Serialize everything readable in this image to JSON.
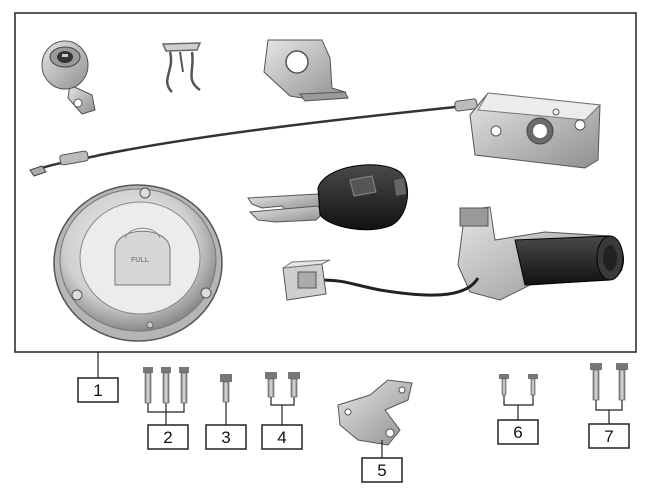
{
  "callouts": [
    {
      "id": "1",
      "label": "1"
    },
    {
      "id": "2",
      "label": "2"
    },
    {
      "id": "3",
      "label": "3"
    },
    {
      "id": "4",
      "label": "4"
    },
    {
      "id": "5",
      "label": "5"
    },
    {
      "id": "6",
      "label": "6"
    },
    {
      "id": "7",
      "label": "7"
    }
  ],
  "parts": {
    "fuel_cap_text": "FULL"
  },
  "colors": {
    "frame": "#222222",
    "metal_light": "#d9d9d9",
    "metal_mid": "#a8a8a8",
    "metal_dark": "#5a5a5a",
    "rubber": "#1c1c1c"
  }
}
